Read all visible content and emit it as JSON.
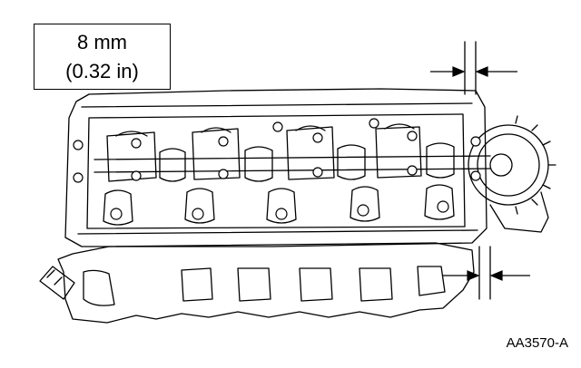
{
  "callout": {
    "line1": "8 mm",
    "line2": "(0.32 in)"
  },
  "figure_id": "AA3570-A",
  "colors": {
    "ink": "#000000",
    "paper": "#ffffff"
  }
}
